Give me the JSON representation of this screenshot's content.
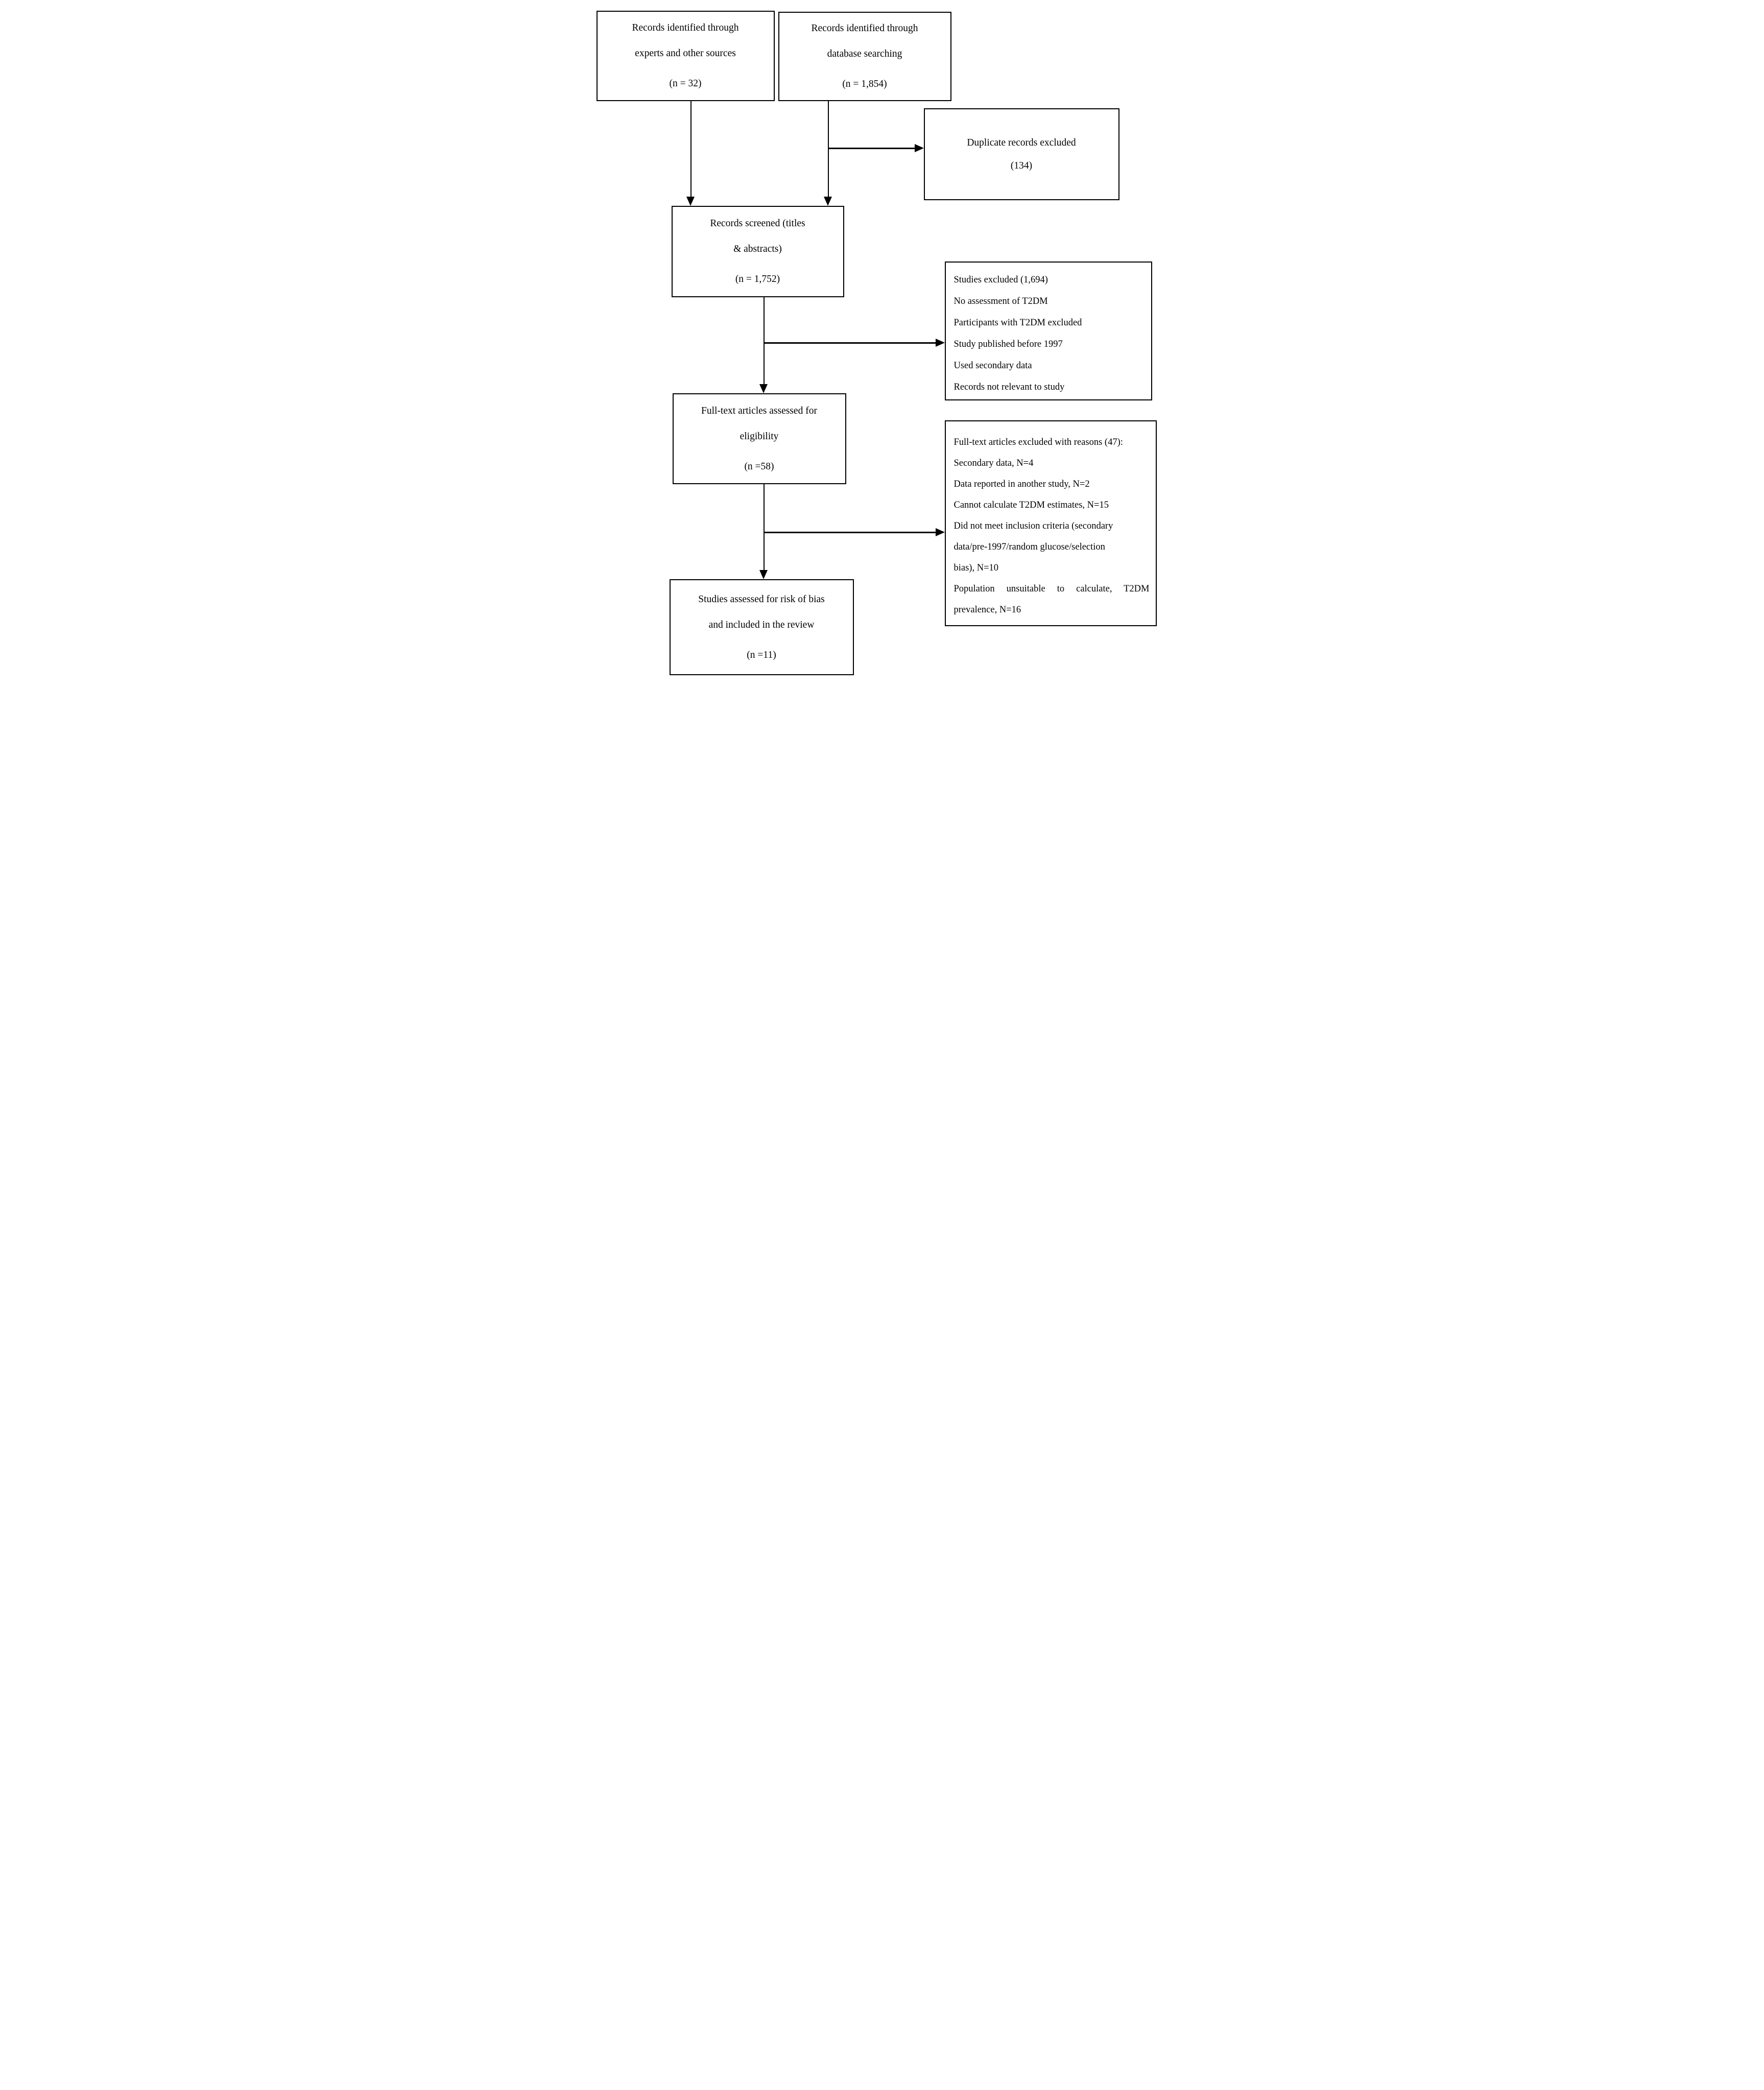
{
  "diagram": {
    "title": "PRISMA study selection flow diagram",
    "colors": {
      "border": "#000000",
      "text": "#000000",
      "background": "#ffffff",
      "arrow": "#000000"
    },
    "boxes": {
      "experts": {
        "lines": [
          "Records identified through",
          "experts and other sources",
          "(n = 32)"
        ]
      },
      "database": {
        "lines": [
          "Records identified through",
          "database searching",
          "(n = 1,854)"
        ]
      },
      "duplicates": {
        "lines": [
          "Duplicate records excluded",
          "(134)"
        ]
      },
      "screened": {
        "lines": [
          "Records screened (titles",
          "& abstracts)",
          "(n = 1,752)"
        ]
      },
      "screening_excluded": {
        "lines": [
          "Studies excluded (1,694)",
          "No assessment of T2DM",
          "Participants with T2DM excluded",
          "Study published before 1997",
          "Used secondary data",
          "Records not relevant to study"
        ]
      },
      "eligibility": {
        "lines": [
          "Full-text articles assessed for",
          "eligibility",
          "(n =58)"
        ]
      },
      "fulltext_excluded": {
        "lines": [
          "Full-text articles excluded with reasons (47):",
          "Secondary data, N=4",
          "Data reported in another study, N=2",
          "Cannot calculate T2DM estimates, N=15",
          "Did not meet inclusion criteria (secondary",
          "data/pre-1997/random glucose/selection",
          "bias), N=10",
          "Population unsuitable to calculate, T2DM",
          "prevalence, N=16"
        ]
      },
      "included": {
        "lines": [
          "Studies assessed for risk of bias",
          "and included in the review",
          "(n =11)"
        ]
      }
    }
  }
}
